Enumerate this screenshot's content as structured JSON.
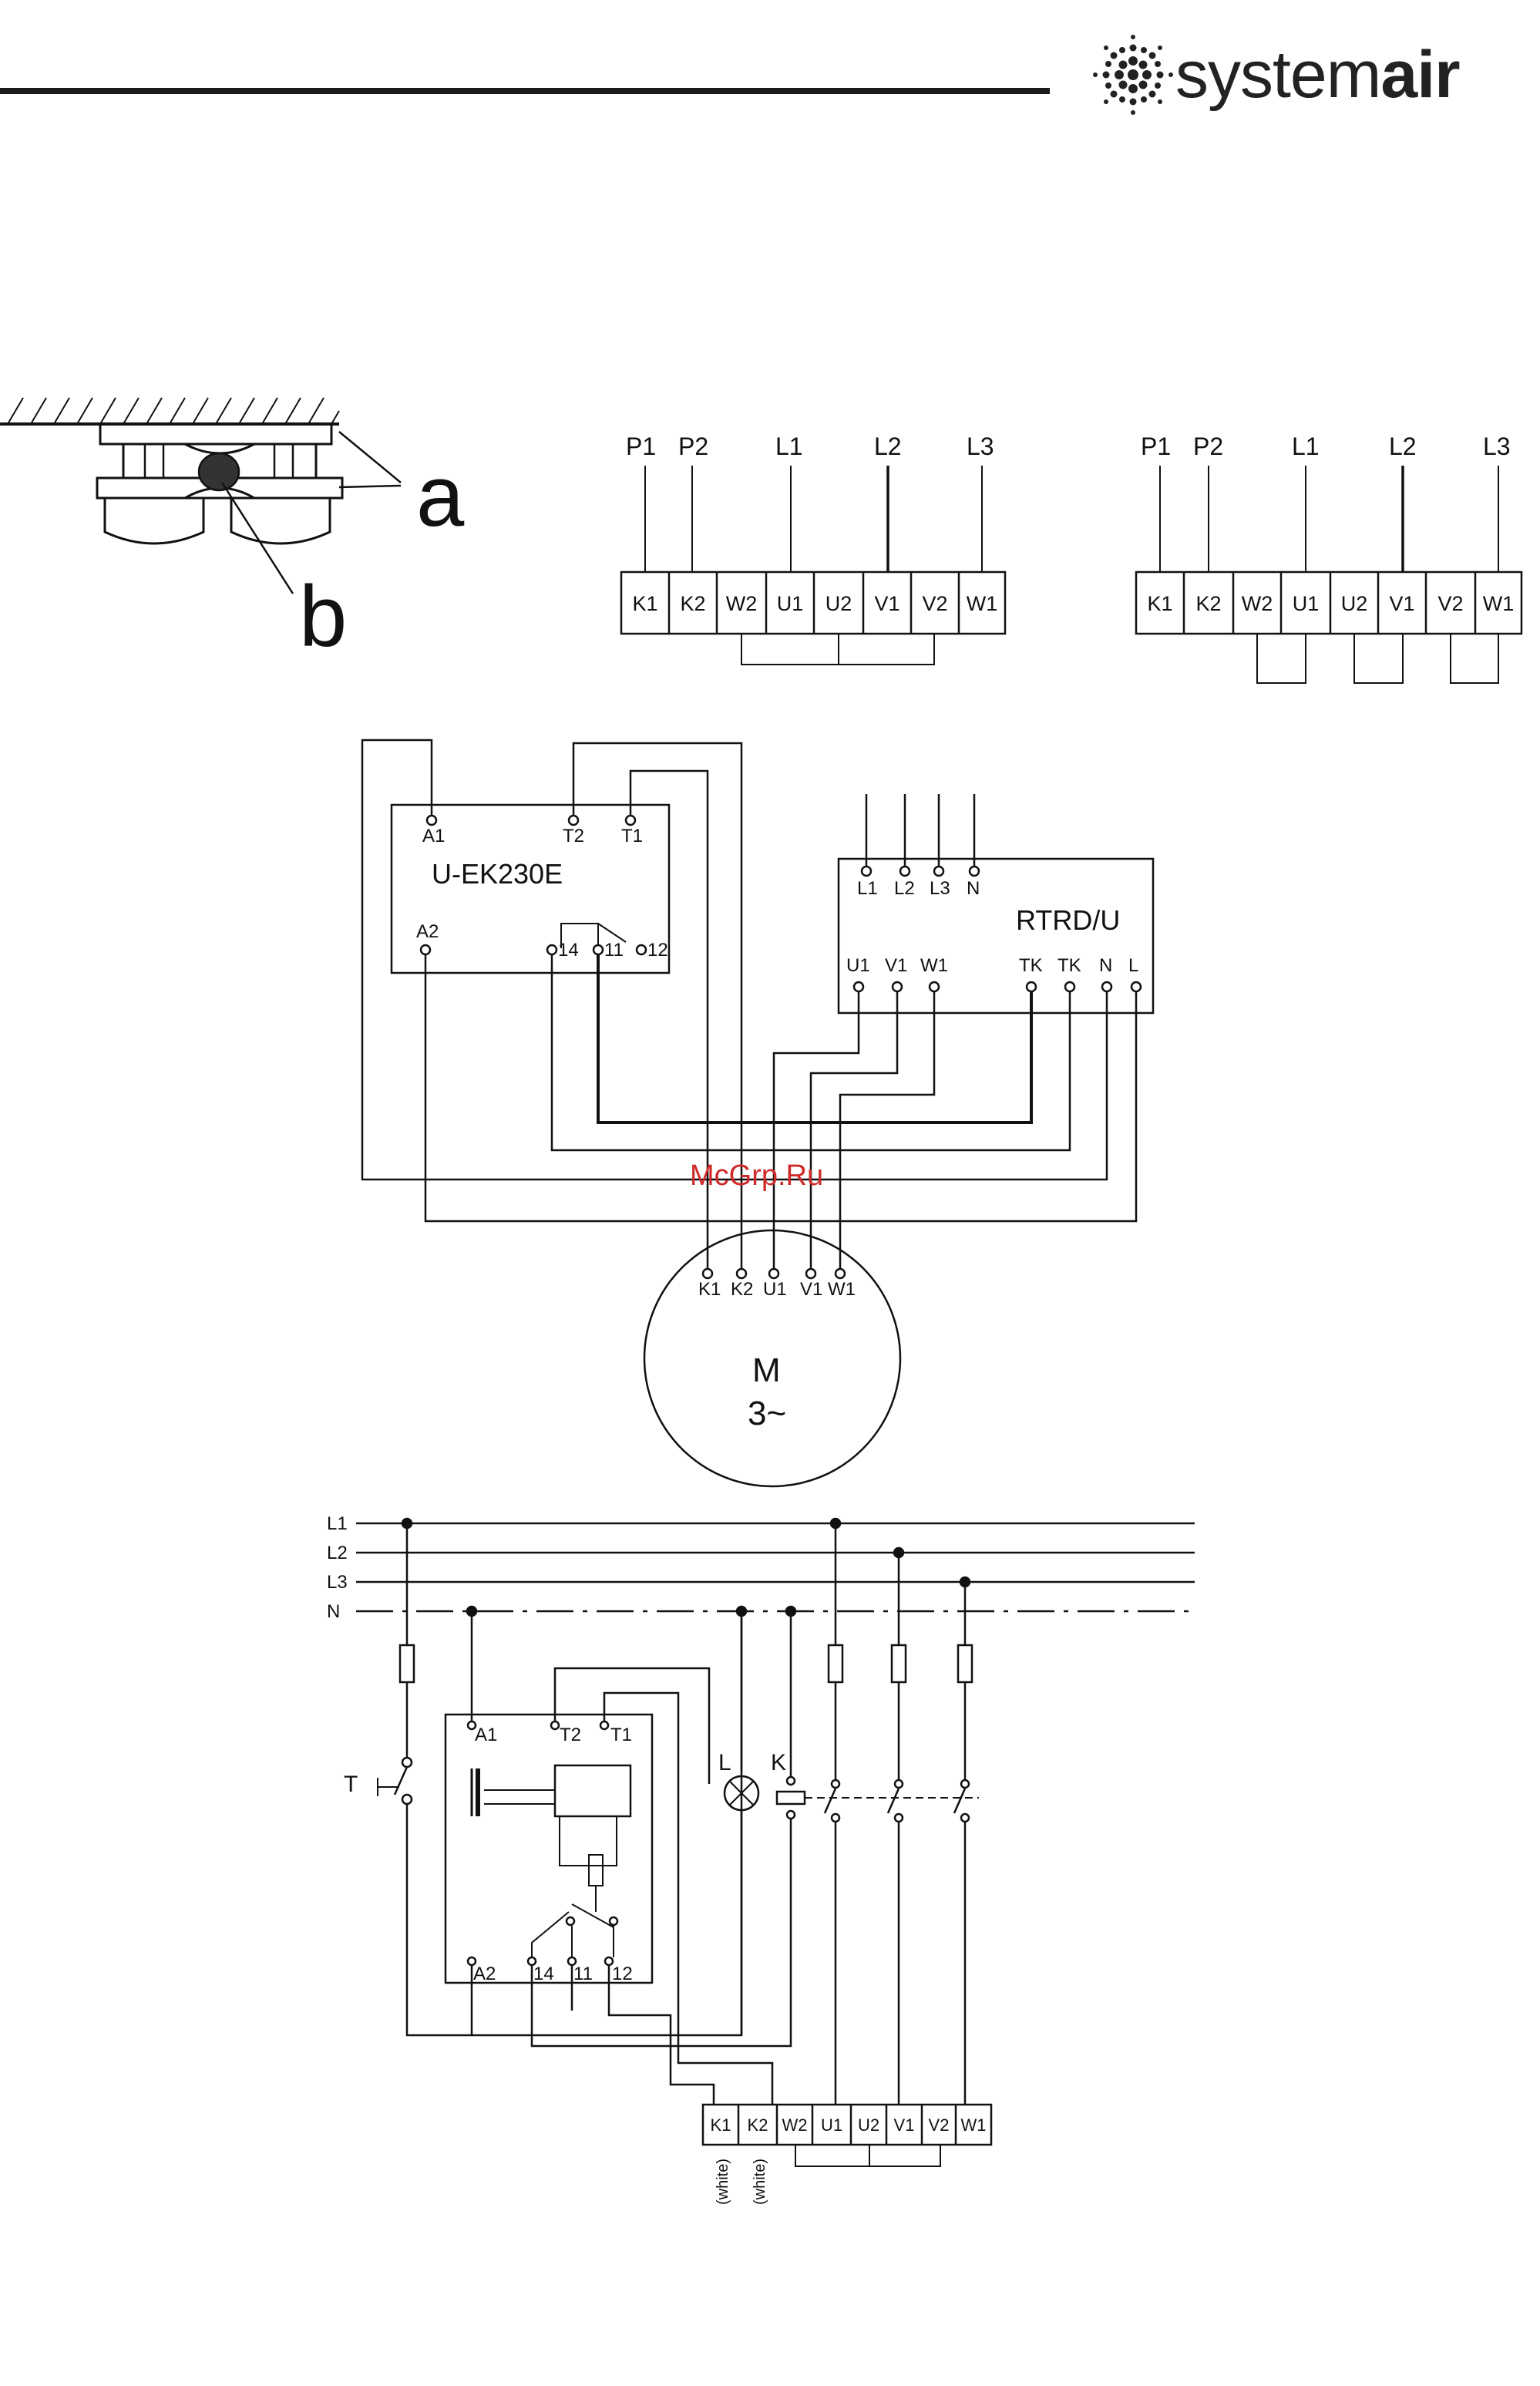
{
  "header": {
    "logo_prefix": "system",
    "logo_suffix": "air"
  },
  "watermark": "McGrp.Ru",
  "fig_mount": {
    "label_a": "a",
    "label_b": "b"
  },
  "terminal_diagram_1": {
    "top_labels": [
      "P1",
      "P2",
      "L1",
      "L2",
      "L3"
    ],
    "terminals": [
      "K1",
      "K2",
      "W2",
      "U1",
      "U2",
      "V1",
      "V2",
      "W1"
    ]
  },
  "terminal_diagram_2": {
    "top_labels": [
      "P1",
      "P2",
      "L1",
      "L2",
      "L3"
    ],
    "terminals": [
      "K1",
      "K2",
      "W2",
      "U1",
      "U2",
      "V1",
      "V2",
      "W1"
    ]
  },
  "wiring_diagram": {
    "relay_name": "U-EK230E",
    "relay_pins": [
      "A1",
      "T2",
      "T1",
      "A2",
      "14",
      "11",
      "12"
    ],
    "controller_name": "RTRD/U",
    "controller_supply": [
      "L1",
      "L2",
      "L3",
      "N"
    ],
    "controller_outputs": [
      "U1",
      "V1",
      "W1",
      "TK",
      "TK",
      "N",
      "L"
    ],
    "motor_pins": [
      "K1",
      "K2",
      "U1",
      "V1",
      "W1"
    ],
    "motor_label": "M",
    "motor_sub": "3~"
  },
  "schematic": {
    "lines": [
      "L1",
      "L2",
      "L3",
      "N"
    ],
    "relay_pins": [
      "A1",
      "T2",
      "T1",
      "A2",
      "14",
      "11",
      "12"
    ],
    "switch_label": "T",
    "lamp_label": "L",
    "contactor_label": "K",
    "terminals": [
      "K1",
      "K2",
      "W2",
      "U1",
      "U2",
      "V1",
      "V2",
      "W1"
    ],
    "wire_notes": [
      "(white)",
      "(white)"
    ]
  }
}
